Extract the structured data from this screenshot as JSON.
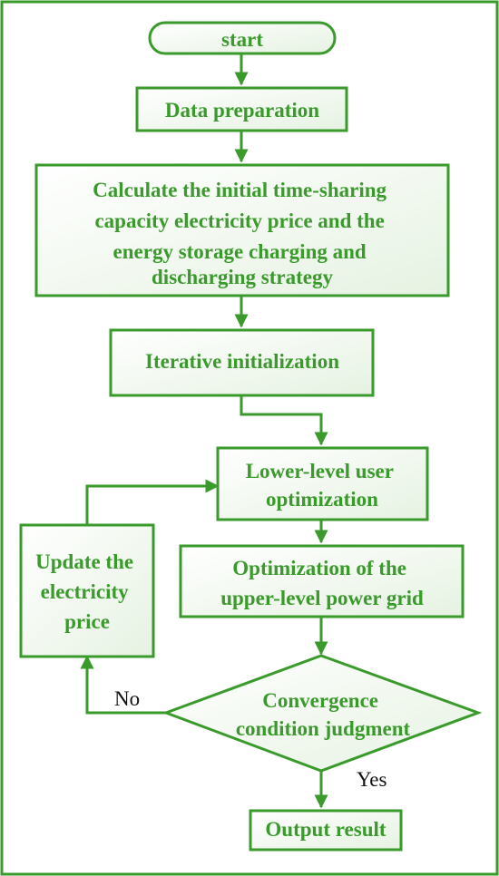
{
  "colors": {
    "stroke": "#3a9a2c",
    "text": "#3a9a2c",
    "label": "#111111",
    "fill_light": "#ffffff",
    "fill_tint": "#e6f2e2"
  },
  "nodes": {
    "start": [
      "start"
    ],
    "data_prep": [
      "Data preparation"
    ],
    "calc": [
      "Calculate the initial time-sharing",
      "capacity electricity price and the",
      "energy storage charging and",
      "discharging strategy"
    ],
    "iter_init": [
      "Iterative initialization"
    ],
    "lower": [
      "Lower-level user",
      "optimization"
    ],
    "upper": [
      "Optimization of the",
      "upper-level power grid"
    ],
    "update": [
      "Update the",
      "electricity",
      "price"
    ],
    "convergence": [
      "Convergence",
      "condition judgment"
    ],
    "output": [
      "Output result"
    ]
  },
  "edges": {
    "no": "No",
    "yes": "Yes"
  }
}
